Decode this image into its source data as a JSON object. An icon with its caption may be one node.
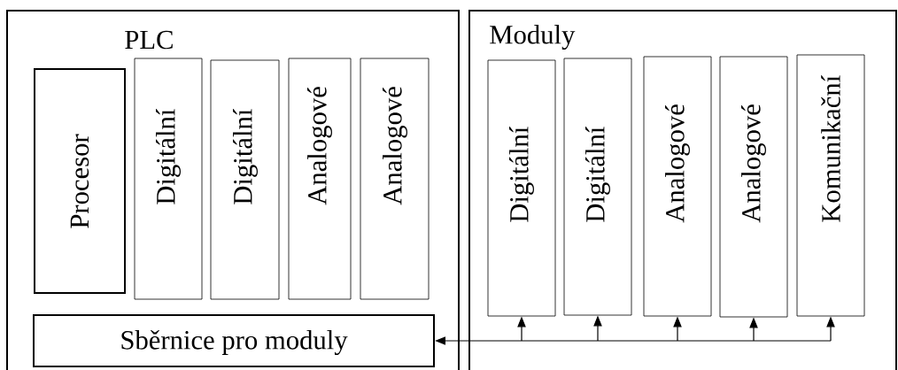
{
  "diagram": {
    "nodes": [
      {
        "text": [
          "PLC"
        ]
      },
      {
        "text": [
          "Procesor"
        ],
        "in": 0
      },
      {
        "text": [
          "Digitální"
        ],
        "in": 0
      },
      {
        "text": [
          "Digitální"
        ],
        "in": 0
      },
      {
        "text": [
          "Analogové"
        ],
        "in": 0
      },
      {
        "text": [
          "Analogové"
        ],
        "in": 0
      },
      {
        "text": [
          "Sběrnice pro moduly"
        ],
        "in": 0
      },
      {
        "text": [
          "Moduly"
        ]
      },
      {
        "text": [
          "Digitální"
        ],
        "in": 7
      },
      {
        "text": [
          "Digitální"
        ],
        "in": 7
      },
      {
        "text": [
          "Analogové"
        ],
        "in": 7
      },
      {
        "text": [
          "Analogové"
        ],
        "in": 7
      },
      {
        "text": [
          "Komunikační"
        ],
        "in": 7
      }
    ],
    "edges": [
      {
        "from": 6,
        "to": 8,
        "arrow": "both"
      },
      {
        "from": 6,
        "to": 9,
        "arrow": "both"
      },
      {
        "from": 6,
        "to": 10,
        "arrow": "both"
      },
      {
        "from": 6,
        "to": 11,
        "arrow": "both"
      },
      {
        "from": 6,
        "to": 12,
        "arrow": "both"
      }
    ]
  }
}
